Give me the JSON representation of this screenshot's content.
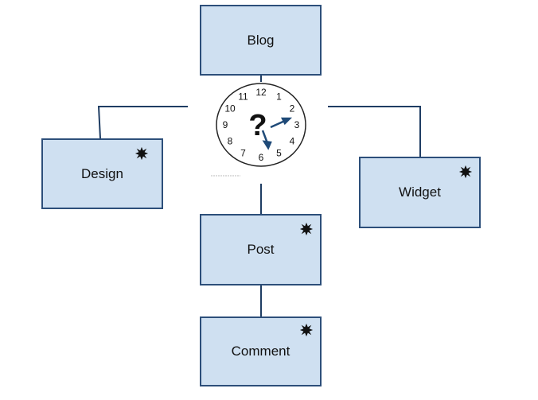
{
  "nodes": {
    "blog": {
      "label": "Blog"
    },
    "design": {
      "label": "Design",
      "badge_icon": "black-star-icon"
    },
    "widget": {
      "label": "Widget",
      "badge_icon": "black-star-icon"
    },
    "post": {
      "label": "Post",
      "badge_icon": "black-star-icon"
    },
    "comment": {
      "label": "Comment",
      "badge_icon": "black-star-icon"
    }
  },
  "clock": {
    "icon": "clock-question-icon",
    "question_mark": "?",
    "numerals": [
      "12",
      "1",
      "2",
      "3",
      "4",
      "5",
      "6",
      "7",
      "8",
      "9",
      "10",
      "11"
    ]
  },
  "colors": {
    "box_fill": "#cfe0f1",
    "box_border": "#2d4f7a",
    "connector": "#1f3d63",
    "hand": "#1f4a78",
    "star": "#111111"
  }
}
